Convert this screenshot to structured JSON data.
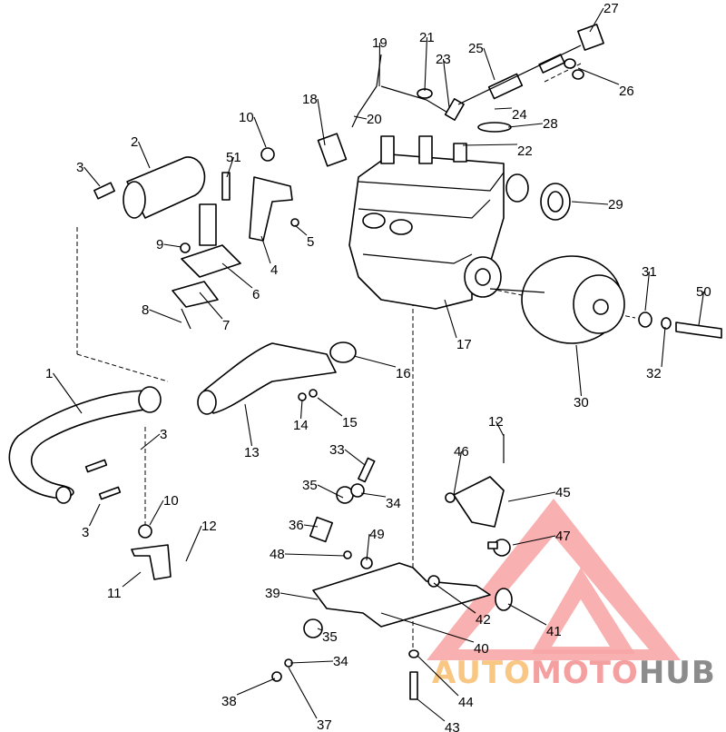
{
  "diagram": {
    "callouts": [
      "27",
      "19",
      "21",
      "23",
      "25",
      "26",
      "24",
      "20",
      "28",
      "18",
      "22",
      "10",
      "2",
      "3",
      "51",
      "29",
      "9",
      "5",
      "4",
      "6",
      "31",
      "50",
      "8",
      "7",
      "17",
      "16",
      "32",
      "30",
      "1",
      "14",
      "15",
      "13",
      "3",
      "12",
      "33",
      "46",
      "35",
      "34",
      "45",
      "10",
      "36",
      "3",
      "12",
      "49",
      "47",
      "48",
      "11",
      "39",
      "42",
      "41",
      "35",
      "40",
      "34",
      "44",
      "38",
      "37",
      "43"
    ]
  },
  "watermark": {
    "part1": "AUTO",
    "part2": "MOTO",
    "part3": "HUB",
    "colors": {
      "auto": "#f9c784",
      "moto": "#f4a0a0",
      "hub": "#8c8c8c",
      "triangle": "#f7a3a3"
    }
  }
}
